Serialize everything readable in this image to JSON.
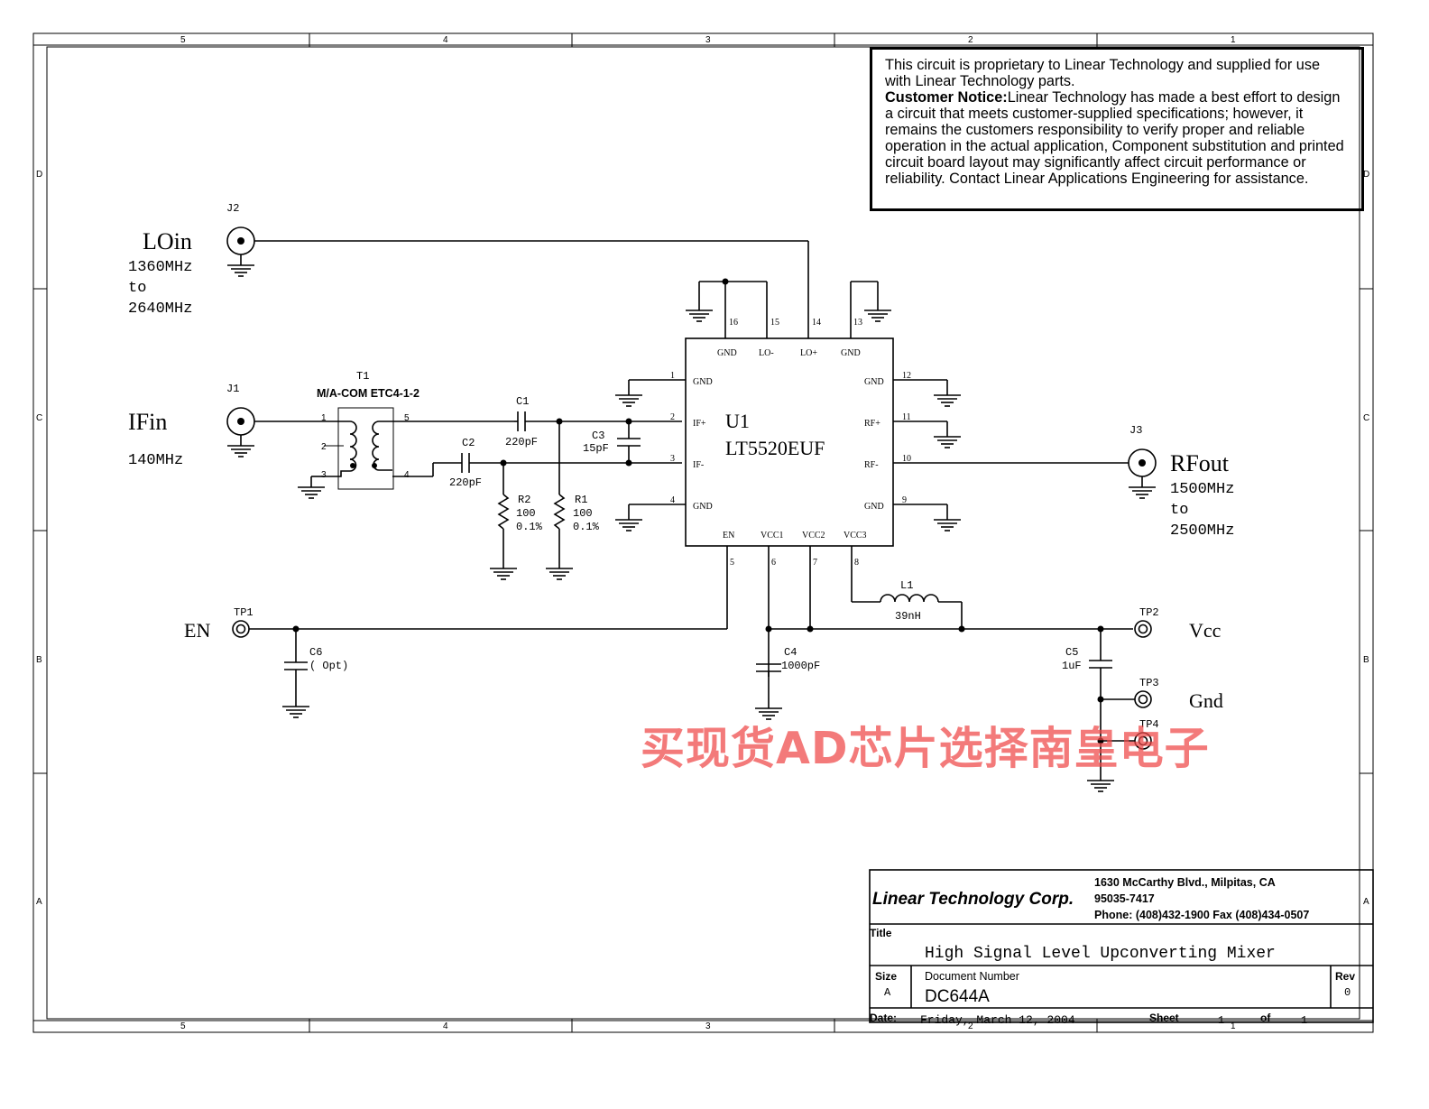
{
  "border": {
    "columns": [
      "5",
      "4",
      "3",
      "2",
      "1"
    ],
    "rows": [
      "D",
      "C",
      "B",
      "A"
    ]
  },
  "notice": {
    "text": "This circuit is proprietary to Linear Technology and supplied for use with Linear Technology parts.",
    "label": "Customer Notice:",
    "body": "Linear Technology has made a best effort to design a circuit that meets customer-supplied specifications; however, it remains the customers responsibility to verify proper and reliable operation in the actual application, Component substitution and printed circuit board layout may significantly affect circuit performance or reliability. Contact Linear Applications Engineering for assistance."
  },
  "ports": {
    "lo": {
      "ref": "J2",
      "name": "LOin",
      "freq1": "1360MHz",
      "freq2": "to",
      "freq3": "2640MHz"
    },
    "if": {
      "ref": "J1",
      "name": "IFin",
      "freq": "140MHz"
    },
    "rf": {
      "ref": "J3",
      "name": "RFout",
      "freq1": "1500MHz",
      "freq2": "to",
      "freq3": "2500MHz"
    }
  },
  "testpoints": {
    "en": {
      "ref": "TP1",
      "name": "EN"
    },
    "vcc": {
      "ref": "TP2",
      "name": "Vcc"
    },
    "gnd": {
      "ref": "TP3",
      "name": "Gnd"
    },
    "tp4": {
      "ref": "TP4"
    }
  },
  "transformer": {
    "ref": "T1",
    "part": "M/A-COM ETC4-1-2",
    "pins": [
      "1",
      "2",
      "3",
      "5",
      "4"
    ]
  },
  "components": {
    "c1": {
      "ref": "C1",
      "value": "220pF"
    },
    "c2": {
      "ref": "C2",
      "value": "220pF"
    },
    "c3": {
      "ref": "C3",
      "value": "15pF"
    },
    "c4": {
      "ref": "C4",
      "value": "1000pF"
    },
    "c5": {
      "ref": "C5",
      "value": "1uF"
    },
    "c6": {
      "ref": "C6",
      "value": "( Opt)"
    },
    "r1": {
      "ref": "R1",
      "value": "100",
      "tol": "0.1%"
    },
    "r2": {
      "ref": "R2",
      "value": "100",
      "tol": "0.1%"
    },
    "l1": {
      "ref": "L1",
      "value": "39nH"
    }
  },
  "ic": {
    "ref": "U1",
    "part": "LT5520EUF",
    "pins": {
      "p1": {
        "num": "1",
        "name": "GND"
      },
      "p2": {
        "num": "2",
        "name": "IF+"
      },
      "p3": {
        "num": "3",
        "name": "IF-"
      },
      "p4": {
        "num": "4",
        "name": "GND"
      },
      "p5": {
        "num": "5",
        "name": "EN"
      },
      "p6": {
        "num": "6",
        "name": "VCC1"
      },
      "p7": {
        "num": "7",
        "name": "VCC2"
      },
      "p8": {
        "num": "8",
        "name": "VCC3"
      },
      "p9": {
        "num": "9",
        "name": "GND"
      },
      "p10": {
        "num": "10",
        "name": "RF-"
      },
      "p11": {
        "num": "11",
        "name": "RF+"
      },
      "p12": {
        "num": "12",
        "name": "GND"
      },
      "p13": {
        "num": "13",
        "name": "GND"
      },
      "p14": {
        "num": "14",
        "name": "LO+"
      },
      "p15": {
        "num": "15",
        "name": "LO-"
      },
      "p16": {
        "num": "16",
        "name": "GND"
      }
    }
  },
  "titleblock": {
    "company": "Linear Technology Corp.",
    "addr1": "1630 McCarthy Blvd., Milpitas, CA",
    "addr2": "95035-7417",
    "phone": "Phone: (408)432-1900 Fax (408)434-0507",
    "title_label": "Title",
    "title": "High Signal Level Upconverting Mixer",
    "size_label": "Size",
    "size": "A",
    "docnum_label": "Document Number",
    "docnum": "DC644A",
    "rev_label": "Rev",
    "rev": "0",
    "date_label": "Date:",
    "date": "Friday, March 12, 2004",
    "sheet_label": "Sheet",
    "sheet_num": "1",
    "of_label": "of",
    "sheet_total": "1"
  },
  "watermark": "买现货AD芯片选择南皇电子"
}
